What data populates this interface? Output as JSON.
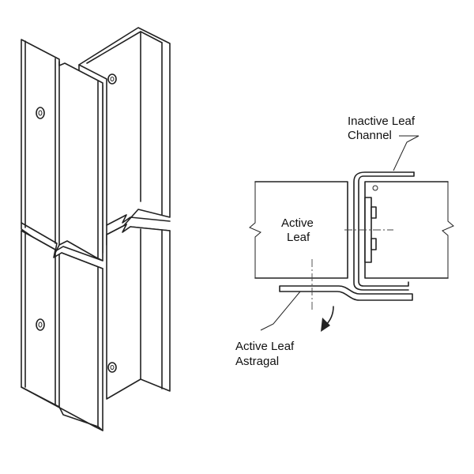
{
  "diagram": {
    "labels": {
      "active_leaf_line1": "Active",
      "active_leaf_line2": "Leaf",
      "inactive_channel_line1": "Inactive Leaf",
      "inactive_channel_line2": "Channel",
      "astragal_line1": "Active Leaf",
      "astragal_line2": "Astragal"
    },
    "colors": {
      "stroke": "#222222",
      "background": "#ffffff"
    }
  }
}
